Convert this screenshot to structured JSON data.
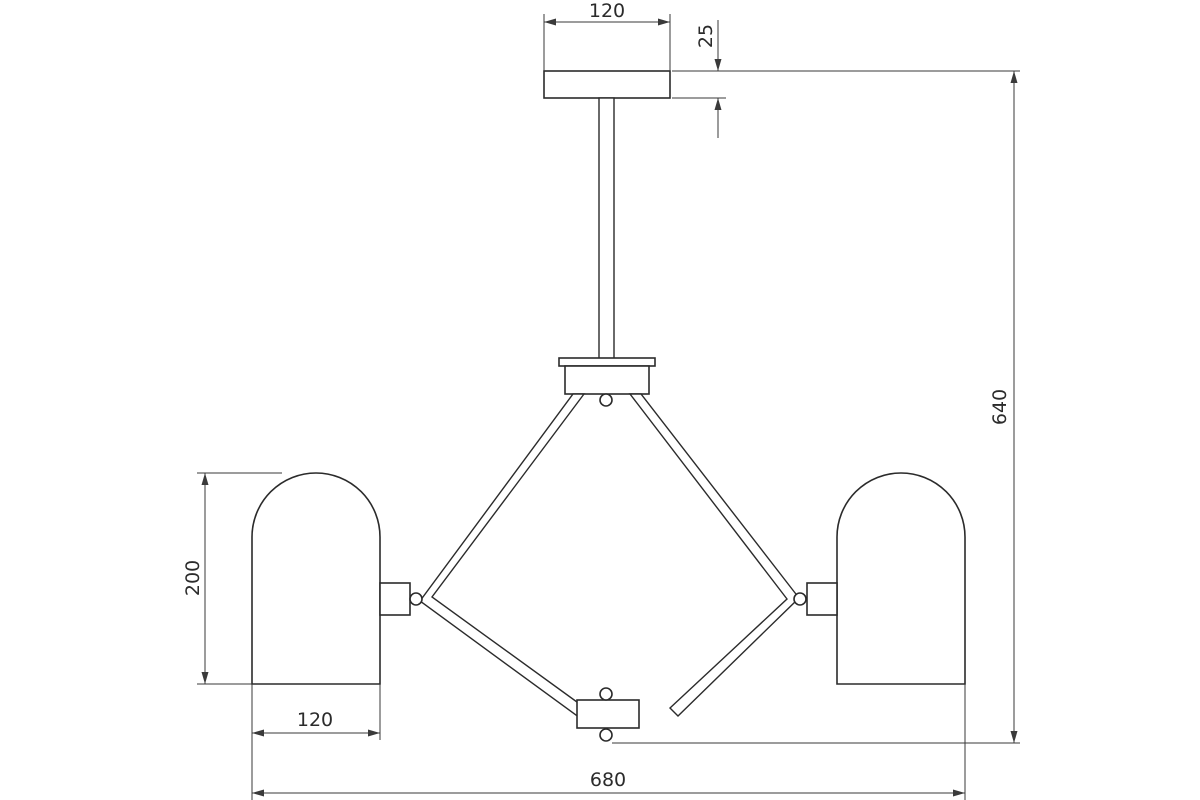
{
  "dimensions": {
    "canopy_width": "120",
    "canopy_height": "25",
    "total_height": "640",
    "shade_height": "200",
    "shade_width": "120",
    "total_width": "680"
  }
}
